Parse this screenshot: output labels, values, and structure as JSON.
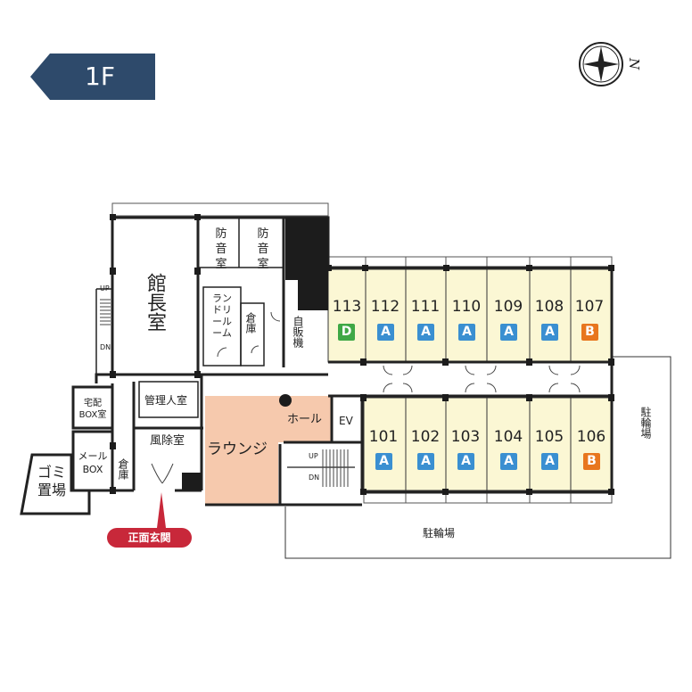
{
  "floor_label": "1F",
  "compass_letter": "N",
  "rooms": [
    {
      "number": "113",
      "type": "D",
      "type_color": "#3fa846"
    },
    {
      "number": "112",
      "type": "A",
      "type_color": "#3a8fd1"
    },
    {
      "number": "111",
      "type": "A",
      "type_color": "#3a8fd1"
    },
    {
      "number": "110",
      "type": "A",
      "type_color": "#3a8fd1"
    },
    {
      "number": "109",
      "type": "A",
      "type_color": "#3a8fd1"
    },
    {
      "number": "108",
      "type": "A",
      "type_color": "#3a8fd1"
    },
    {
      "number": "107",
      "type": "B",
      "type_color": "#e8761e"
    },
    {
      "number": "101",
      "type": "A",
      "type_color": "#3a8fd1"
    },
    {
      "number": "102",
      "type": "A",
      "type_color": "#3a8fd1"
    },
    {
      "number": "103",
      "type": "A",
      "type_color": "#3a8fd1"
    },
    {
      "number": "104",
      "type": "A",
      "type_color": "#3a8fd1"
    },
    {
      "number": "105",
      "type": "A",
      "type_color": "#3a8fd1"
    },
    {
      "number": "106",
      "type": "B",
      "type_color": "#e8761e"
    }
  ],
  "labels": {
    "director_room": "館長室",
    "soundproof_1": "防音室",
    "soundproof_2": "防音室",
    "laundry_room": "ランドリールーム",
    "storage_laundry": "倉庫",
    "vending": "自販機",
    "manager_room": "管理人室",
    "delivery_box": "宅配BOX室",
    "mail_box": "メールBOX",
    "storage_entrance": "倉庫",
    "windbreak_room": "風除室",
    "lounge": "ラウンジ",
    "hall": "ホール",
    "elevator": "EV",
    "garbage": "ゴミ置場",
    "bike_parking_right": "駐輪場",
    "bike_parking_bottom": "駐輪場",
    "stair_up_left": "UP",
    "stair_dn_left": "DN",
    "stair_up_center": "UP",
    "stair_dn_center": "DN",
    "main_entrance": "正面玄関"
  },
  "colors": {
    "room_fill": "#fbf7d4",
    "lounge_fill": "#f6c9ad",
    "floor_tab": "#2e4a6b",
    "entrance_tag": "#c8283a",
    "wall": "#222222"
  }
}
